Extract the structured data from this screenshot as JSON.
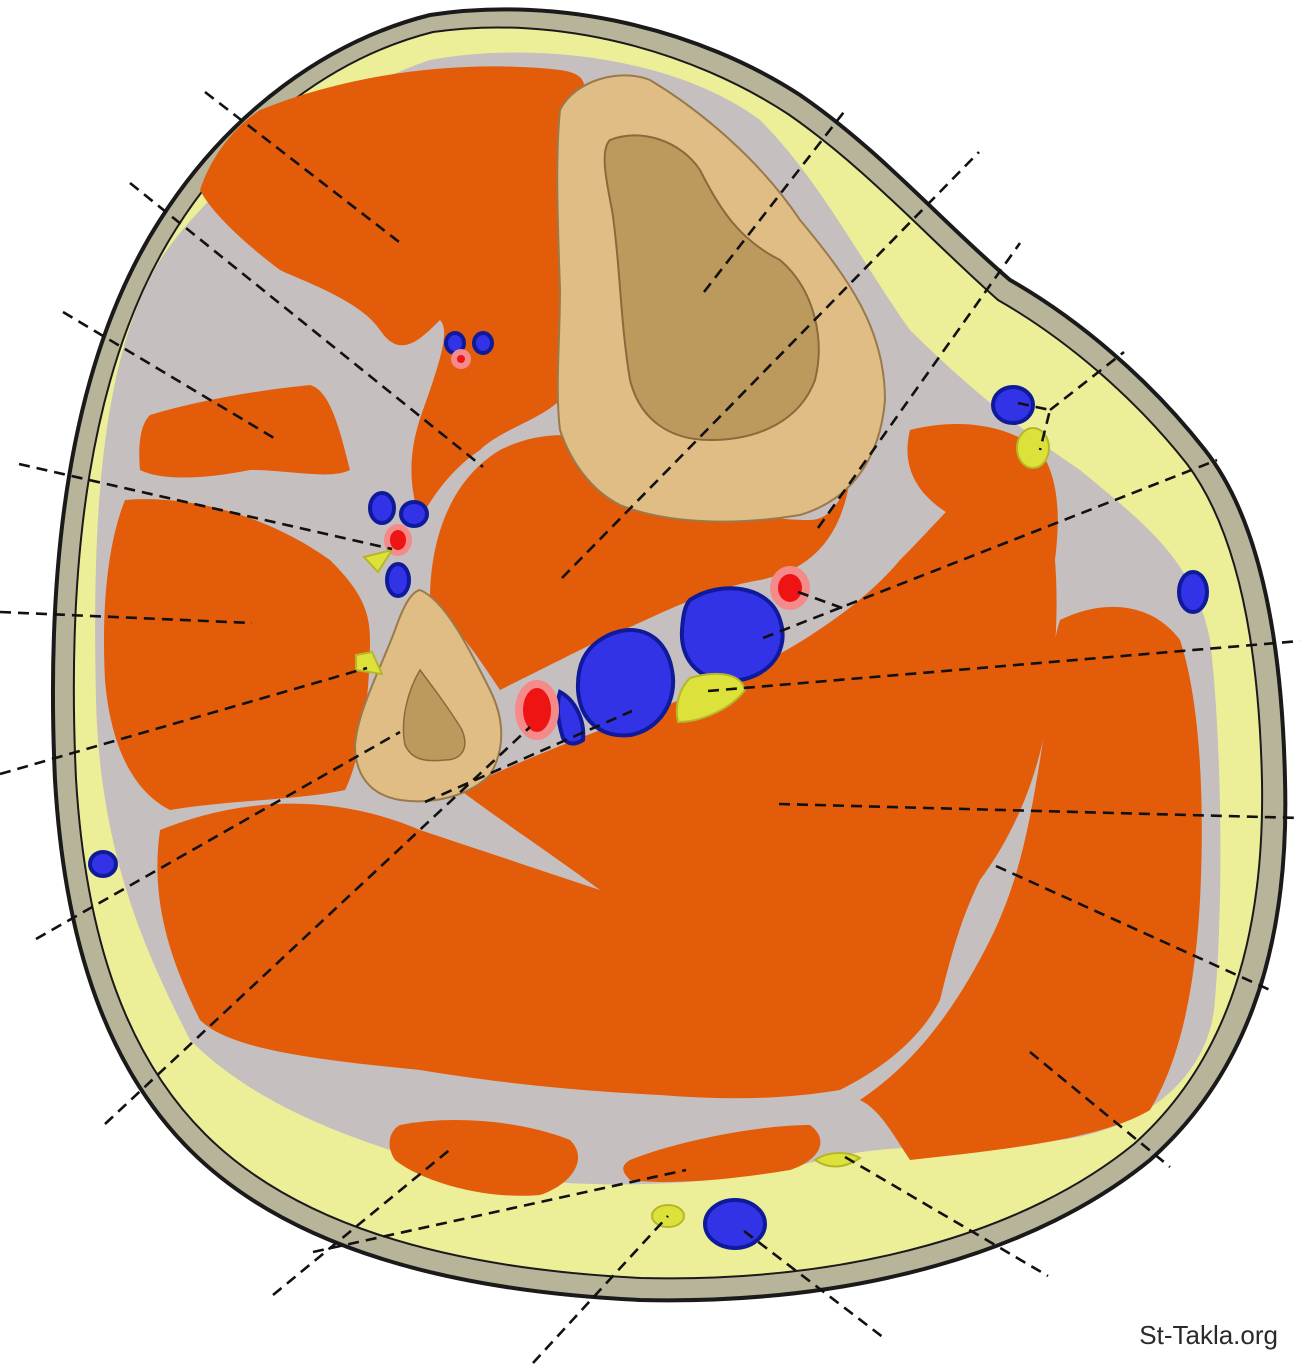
{
  "watermark": "St-Takla.org",
  "colors": {
    "skin": "#b8b49a",
    "subcutaneous_fat": "#ecef98",
    "fascia": "#c6bfc0",
    "muscle": "#e35c0a",
    "bone_cortex": "#dfbd84",
    "bone_marrow": "#bc9a5e",
    "vein": "#3232e6",
    "vein_outline": "#0f1a9a",
    "artery": "#ee1414",
    "artery_halo": "#f48a8a",
    "nerve": "#dde23b",
    "outline": "#1a1a1a"
  },
  "leader_line_count": 24,
  "structures": [
    {
      "id": "skin",
      "icon": "skin-layer"
    },
    {
      "id": "subcutaneous-fat",
      "icon": "fat-layer"
    },
    {
      "id": "tibia",
      "icon": "bone"
    },
    {
      "id": "fibula",
      "icon": "bone"
    },
    {
      "id": "muscle-compartments",
      "icon": "muscle"
    },
    {
      "id": "deep-vessels",
      "icon": "vessel"
    },
    {
      "id": "superficial-veins",
      "icon": "vein"
    },
    {
      "id": "nerves",
      "icon": "nerve"
    }
  ]
}
